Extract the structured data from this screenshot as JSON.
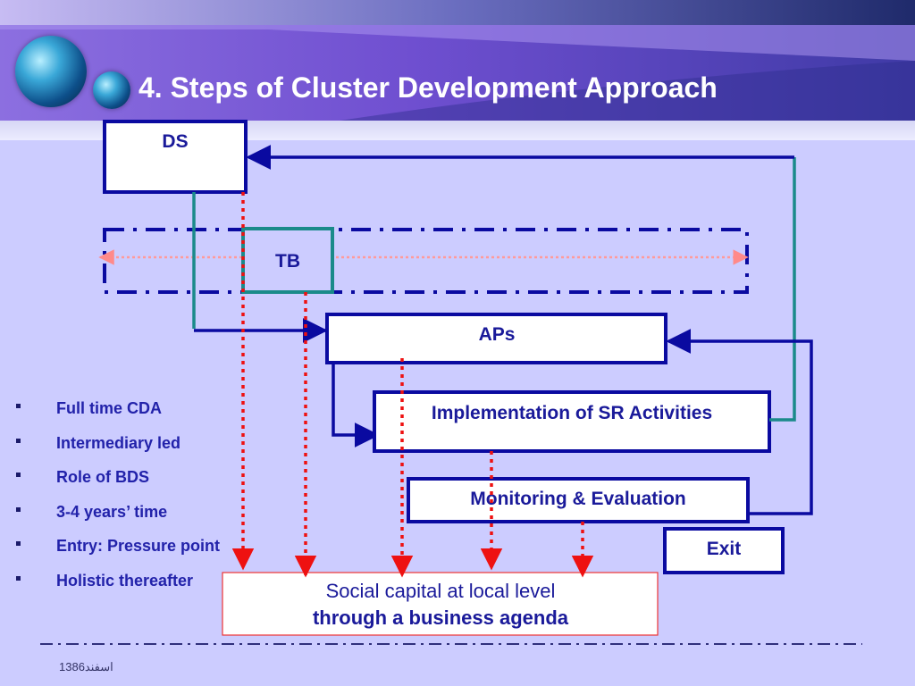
{
  "slide": {
    "title": "4. Steps of Cluster Development Approach",
    "footer_date": "اسفند1386"
  },
  "diagram": {
    "nodes": {
      "ds": "DS",
      "tb": "TB",
      "aps": "APs",
      "implementation": "Implementation of SR Activities",
      "monitoring": "Monitoring & Evaluation",
      "exit": "Exit",
      "social_capital_line1": "Social capital at local level",
      "social_capital_line2": "through a business agenda"
    }
  },
  "bullets": [
    "Full time CDA",
    "Intermediary led",
    "Role of BDS",
    "3-4 years’ time",
    "Entry: Pressure point",
    "Holistic thereafter"
  ],
  "colors": {
    "box_border": "#0a0aa0",
    "teal_connector": "#1a8a8a",
    "red_dotted": "#ee1111",
    "pink_dotted": "#ff9a9a",
    "text_blue": "#1a1a9a"
  }
}
